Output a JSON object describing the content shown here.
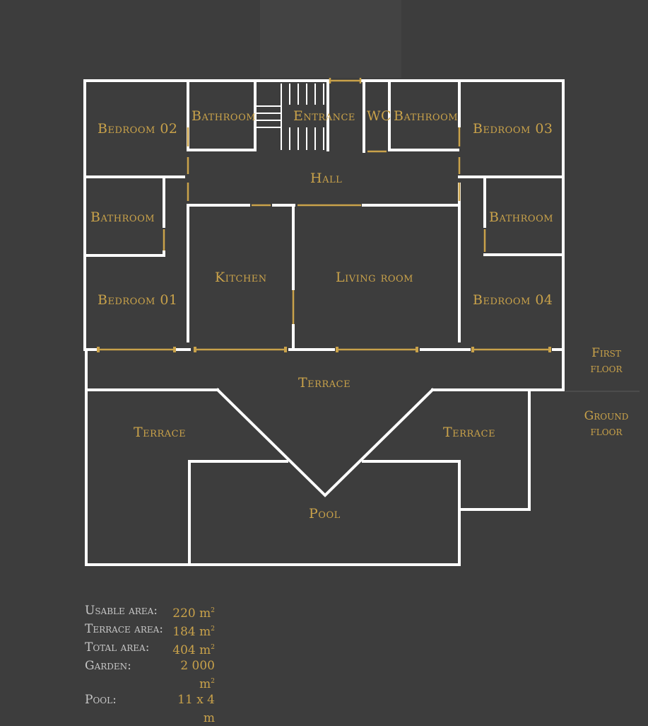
{
  "rooms": {
    "bedroom_02": "Bedroom 02",
    "bathroom_top_left": "Bathroom",
    "entrance": "Entrance",
    "wc": "WC",
    "bathroom_top_right": "Bathroom",
    "bedroom_03": "Bedroom 03",
    "hall": "Hall",
    "bathroom_left": "Bathroom",
    "bathroom_right": "Bathroom",
    "kitchen": "Kitchen",
    "living_room": "Living room",
    "bedroom_01": "Bedroom 01",
    "bedroom_04": "Bedroom 04",
    "terrace_first": "Terrace",
    "terrace_left": "Terrace",
    "terrace_right": "Terrace",
    "pool": "Pool"
  },
  "floors": {
    "first_line1": "First",
    "first_line2": "floor",
    "ground_line1": "Ground",
    "ground_line2": "floor"
  },
  "stats": [
    {
      "label": "Usable area:",
      "value": "220 m",
      "sup": "2"
    },
    {
      "label": "Terrace area:",
      "value": "184 m",
      "sup": "2"
    },
    {
      "label": "Total area:",
      "value": "404 m",
      "sup": "2"
    },
    {
      "label": "Garden:",
      "value": "2 000 m",
      "sup": "2"
    },
    {
      "label": "Pool:",
      "value": "11 x 4 m",
      "sup": ""
    }
  ],
  "colors": {
    "background": "#3d3d3d",
    "walls": "#ffffff",
    "accent": "#c9a24a"
  }
}
